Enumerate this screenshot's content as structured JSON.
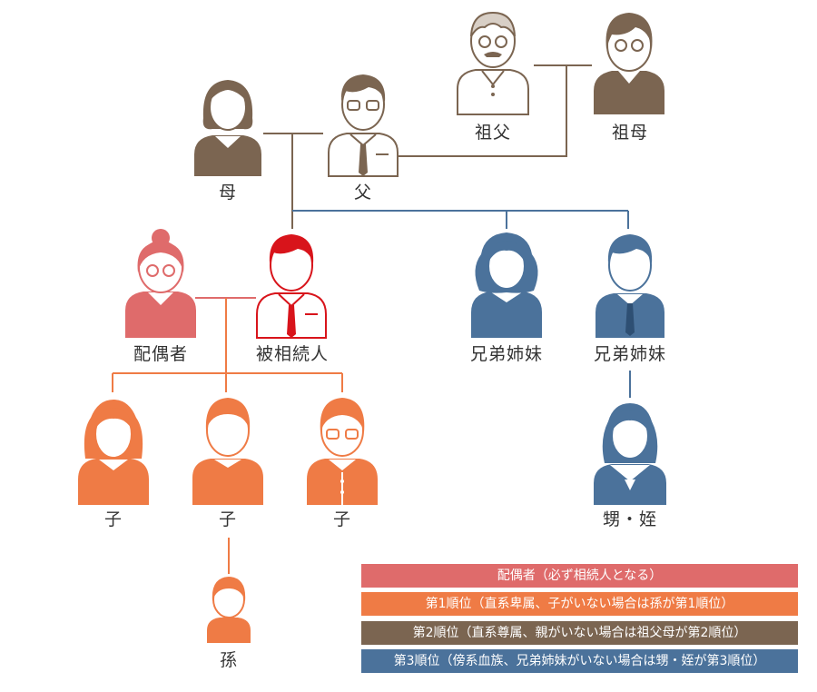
{
  "colors": {
    "spouse": "#df6b6b",
    "rank1": "#ef7b45",
    "rank2": "#7b6551",
    "rank3": "#4b729b",
    "deceased_red": "#d8141b",
    "outline": "#555555"
  },
  "people": {
    "grandfather": "祖父",
    "grandmother": "祖母",
    "mother": "母",
    "father": "父",
    "spouse": "配偶者",
    "deceased": "被相続人",
    "sibling_1": "兄弟姉妹",
    "sibling_2": "兄弟姉妹",
    "child_1": "子",
    "child_2": "子",
    "child_3": "子",
    "nephew_niece": "甥・姪",
    "grandchild": "孫"
  },
  "legend": {
    "spouse": "配偶者（必ず相続人となる）",
    "rank1": "第1順位（直系卑属、子がいない場合は孫が第1順位）",
    "rank2": "第2順位（直系尊属、親がいない場合は祖父母が第2順位）",
    "rank3": "第3順位（傍系血族、兄弟姉妹がいない場合は甥・姪が第3順位）"
  }
}
